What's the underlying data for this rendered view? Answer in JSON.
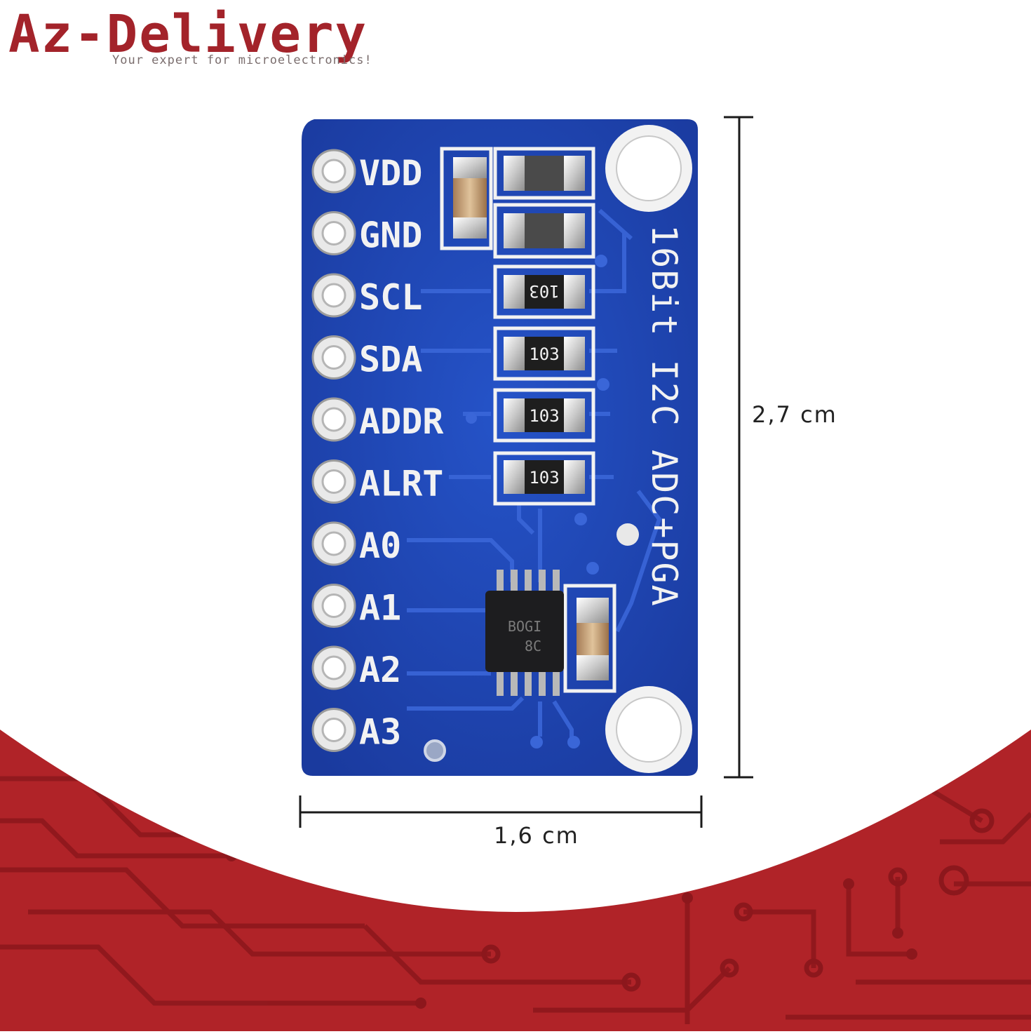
{
  "brand": {
    "name": "Az-Delivery",
    "tagline": "Your expert for microelectronics!",
    "color": "#a3232a"
  },
  "board": {
    "silkscreen_title": "16Bit I2C ADC+PGA",
    "pins": [
      "VDD",
      "GND",
      "SCL",
      "SDA",
      "ADDR",
      "ALRT",
      "A0",
      "A1",
      "A2",
      "A3"
    ],
    "resistor_markings": [
      "103",
      "103",
      "103",
      "103"
    ],
    "ic_marking": [
      "BOGI",
      "8C"
    ],
    "pcb_color": "#1e44b5",
    "silk_color": "#f2f2f2"
  },
  "dimensions": {
    "width_label": "1,6 cm",
    "height_label": "2,7 cm"
  },
  "background": {
    "accent_color": "#b02328"
  }
}
